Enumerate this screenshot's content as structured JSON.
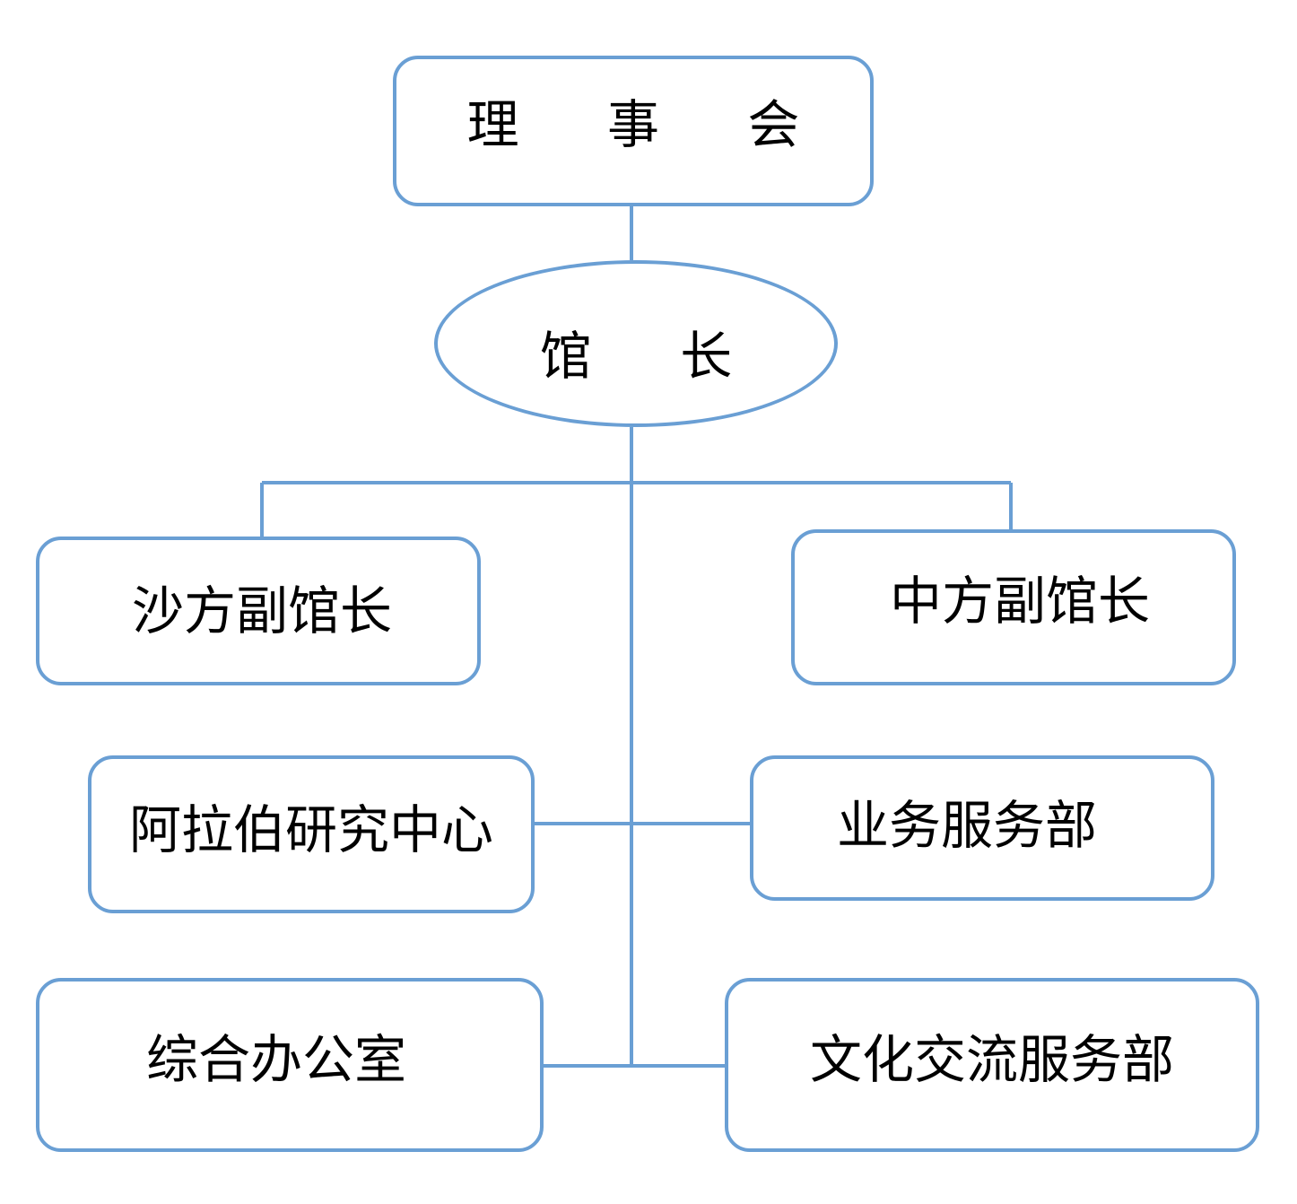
{
  "diagram": {
    "type": "org-chart",
    "line_color": "#6a9fd4",
    "nodes": {
      "board": "理 事 会",
      "curator": "馆 长",
      "saudi_deputy": "沙方副馆长",
      "chinese_deputy": "中方副馆长",
      "arab_research": "阿拉伯研究中心",
      "business_services": "业务服务部",
      "general_office": "综合办公室",
      "cultural_exchange": "文化交流服务部"
    },
    "edges": [
      [
        "board",
        "curator"
      ],
      [
        "curator",
        "saudi_deputy"
      ],
      [
        "curator",
        "chinese_deputy"
      ],
      [
        "curator",
        "arab_research"
      ],
      [
        "curator",
        "business_services"
      ],
      [
        "curator",
        "general_office"
      ],
      [
        "curator",
        "cultural_exchange"
      ]
    ]
  }
}
